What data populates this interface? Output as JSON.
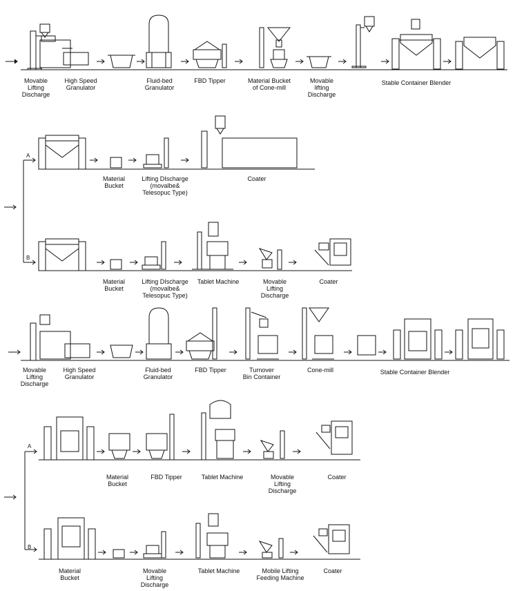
{
  "rows": [
    {
      "id": "row1",
      "labels": [
        "Movable\nLifting\nDischarge",
        "High Speed\nGranulator",
        "Fluid-bed\nGranulator",
        "FBD Tipper",
        "Material Bucket\nof Cone-mill",
        "Movable\nlifting\nDischarge",
        "Stable Container Blender"
      ]
    },
    {
      "id": "row2a",
      "branch": "A",
      "labels": [
        "Material\nBucket",
        "Lifting DIscharge\n(movalbe&\nTelesopuc Type)",
        "Coater"
      ]
    },
    {
      "id": "row2b",
      "branch": "B",
      "labels": [
        "Material\nBucket",
        "Lifting DIscharge\n(movalbe&\nTelesopuc Type)",
        "Tablet Machine",
        "Movable\nLifting\nDischarge",
        "Coater"
      ]
    },
    {
      "id": "row3",
      "labels": [
        "Movable\nLifting\nDischarge",
        "High Speed\nGranulator",
        "Fluid-bed\nGranulator",
        "FBD Tipper",
        "Turnover\nBin Container",
        "Cone-mill",
        "Stable Container Blender"
      ]
    },
    {
      "id": "row4a",
      "branch": "A",
      "labels": [
        "Material\nBucket",
        "FBD Tipper",
        "Tablet Machine",
        "Movable\nLifting\nDischarge",
        "Coater"
      ]
    },
    {
      "id": "row4b",
      "branch": "B",
      "labels": [
        "Material\nBucket",
        "Movable\nLifting\nDischarge",
        "Tablet Machine",
        "Mobile Lifting\nFeeding Machine",
        "Coater"
      ]
    }
  ]
}
